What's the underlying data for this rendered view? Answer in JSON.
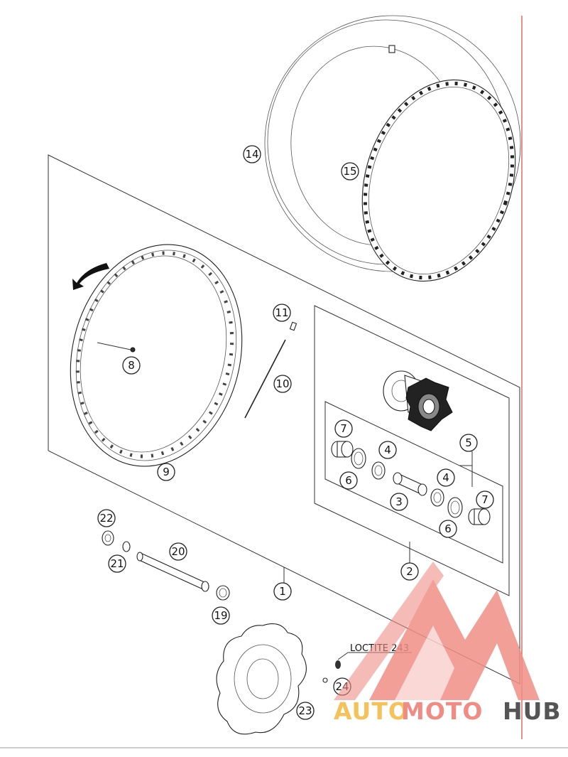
{
  "diagram": {
    "callouts": [
      {
        "id": "c1",
        "label": "1"
      },
      {
        "id": "c2",
        "label": "2"
      },
      {
        "id": "c3",
        "label": "3"
      },
      {
        "id": "c4a",
        "label": "4"
      },
      {
        "id": "c4b",
        "label": "4"
      },
      {
        "id": "c5",
        "label": "5"
      },
      {
        "id": "c6a",
        "label": "6"
      },
      {
        "id": "c6b",
        "label": "6"
      },
      {
        "id": "c7a",
        "label": "7"
      },
      {
        "id": "c7b",
        "label": "7"
      },
      {
        "id": "c8",
        "label": "8"
      },
      {
        "id": "c9",
        "label": "9"
      },
      {
        "id": "c10",
        "label": "10"
      },
      {
        "id": "c11",
        "label": "11"
      },
      {
        "id": "c14",
        "label": "14"
      },
      {
        "id": "c15",
        "label": "15"
      },
      {
        "id": "c19",
        "label": "19"
      },
      {
        "id": "c20",
        "label": "20"
      },
      {
        "id": "c21",
        "label": "21"
      },
      {
        "id": "c22",
        "label": "22"
      },
      {
        "id": "c23",
        "label": "23"
      },
      {
        "id": "c24",
        "label": "24"
      }
    ],
    "loctite_label": "LOCTITE 243"
  },
  "watermark": {
    "part1": "AUTO",
    "part2": "MOTO",
    "part3": "HUB",
    "colors": {
      "auto": "#f4c15a",
      "moto": "#f08c84",
      "hub": "#555555",
      "logo": "#ef8f86"
    }
  }
}
